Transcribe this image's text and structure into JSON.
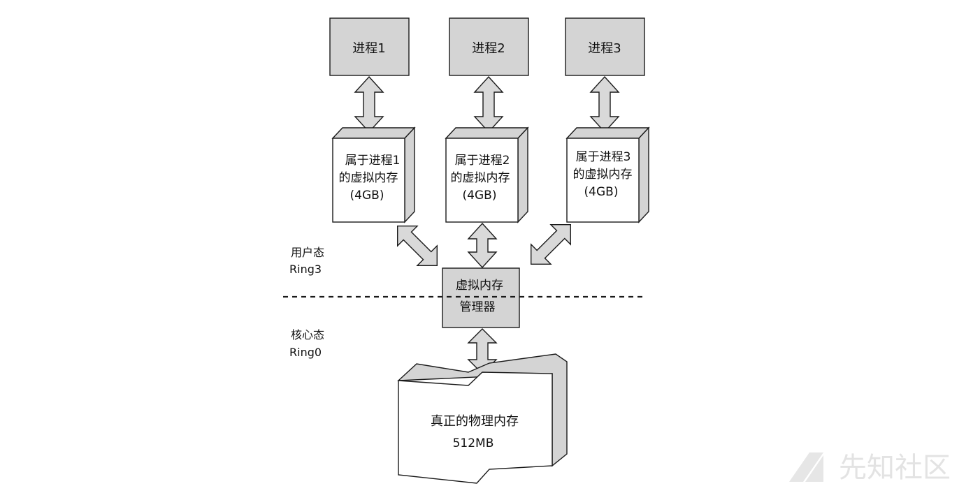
{
  "processes": [
    {
      "label": "进程1"
    },
    {
      "label": "进程2"
    },
    {
      "label": "进程3"
    }
  ],
  "virtual_memory": [
    {
      "line1": "属于进程1",
      "line2": "的虚拟内存",
      "line3": "(4GB)"
    },
    {
      "line1": "属于进程2",
      "line2": "的虚拟内存",
      "line3": "(4GB)"
    },
    {
      "line1": "属于进程3",
      "line2": "的虚拟内存",
      "line3": "(4GB)"
    }
  ],
  "user_mode": {
    "name": "用户态",
    "ring": "Ring3"
  },
  "kernel_mode": {
    "name": "核心态",
    "ring": "Ring0"
  },
  "vmm": {
    "line1": "虚拟内存",
    "line2": "管理器"
  },
  "physical_memory": {
    "line1": "真正的物理内存",
    "line2": "512MB"
  },
  "watermark": {
    "text": "先知社区"
  },
  "colors": {
    "box_fill": "#d4d4d4",
    "face_fill": "#ffffff",
    "stroke": "#1a1a1a"
  }
}
